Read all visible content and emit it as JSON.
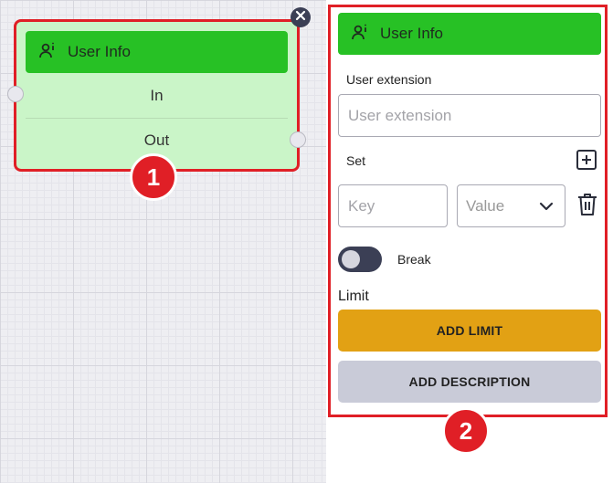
{
  "node": {
    "title": "User Info",
    "input_port_label": "In",
    "output_port_label": "Out",
    "icon": "user-info-icon",
    "header_color": "#27c125",
    "body_color": "#caf5c8"
  },
  "annotations": {
    "badge_1": "1",
    "badge_2": "2",
    "highlight_color": "#e01f26"
  },
  "panel": {
    "title": "User Info",
    "user_extension": {
      "label": "User extension",
      "placeholder": "User extension",
      "value": ""
    },
    "set": {
      "label": "Set",
      "key_placeholder": "Key",
      "value_select": "Value"
    },
    "break": {
      "label": "Break",
      "enabled": false
    },
    "limit": {
      "label": "Limit",
      "add_limit_button": "ADD LIMIT"
    },
    "add_description_button": "ADD DESCRIPTION",
    "limit_button_color": "#e2a114",
    "description_button_color": "#c9cbd8"
  }
}
